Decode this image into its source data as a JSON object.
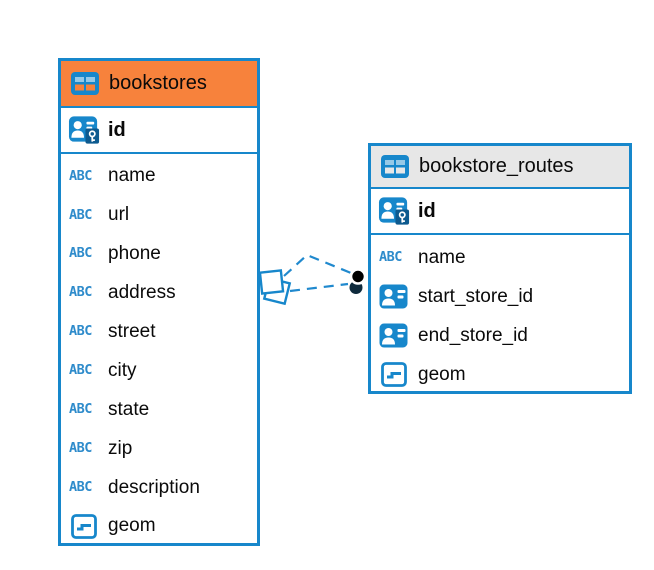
{
  "diagram": {
    "tables": [
      {
        "name": "bookstores",
        "header_color": "#F7823C",
        "primary_key": {
          "name": "id",
          "icon": "primary-key"
        },
        "fields": [
          {
            "name": "name",
            "type": "text"
          },
          {
            "name": "url",
            "type": "text"
          },
          {
            "name": "phone",
            "type": "text"
          },
          {
            "name": "address",
            "type": "text"
          },
          {
            "name": "street",
            "type": "text"
          },
          {
            "name": "city",
            "type": "text"
          },
          {
            "name": "state",
            "type": "text"
          },
          {
            "name": "zip",
            "type": "text"
          },
          {
            "name": "description",
            "type": "text"
          },
          {
            "name": "geom",
            "type": "geometry"
          }
        ]
      },
      {
        "name": "bookstore_routes",
        "header_color": "#E7E7E7",
        "primary_key": {
          "name": "id",
          "icon": "primary-key"
        },
        "fields": [
          {
            "name": "name",
            "type": "text"
          },
          {
            "name": "start_store_id",
            "type": "reference"
          },
          {
            "name": "end_store_id",
            "type": "reference"
          },
          {
            "name": "geom",
            "type": "geometry"
          }
        ]
      }
    ],
    "relationships": [
      {
        "from_table": "bookstores",
        "to_table": "bookstore_routes",
        "via": "start_store_id",
        "line_style": "dashed"
      },
      {
        "from_table": "bookstores",
        "to_table": "bookstore_routes",
        "via": "end_store_id",
        "line_style": "dashed"
      }
    ],
    "type_icon_label": "ABC",
    "colors": {
      "accent_blue": "#1787CB",
      "bookstores_header": "#F7823C",
      "routes_header": "#E7E7E7",
      "key_badge": "#0D5A8F",
      "background": "#FFFFFF"
    }
  }
}
